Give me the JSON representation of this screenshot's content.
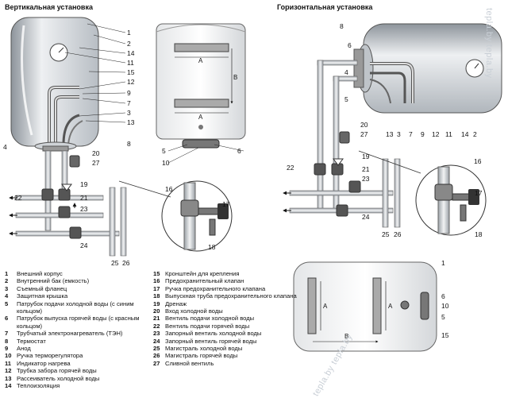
{
  "titles": {
    "vertical": "Вертикальная установка",
    "horizontal": "Горизонтальная установка"
  },
  "dims": {
    "a": "A",
    "b": "B"
  },
  "watermark": "tepla.by tepla.by",
  "labels": {
    "v_main": [
      "1",
      "2",
      "14",
      "11",
      "15",
      "12",
      "9",
      "7",
      "3",
      "13",
      "8",
      "4",
      "20",
      "27"
    ],
    "v_pipes": [
      "22",
      "19",
      "21",
      "23",
      "24",
      "25",
      "26",
      "16",
      "17",
      "18"
    ],
    "v_back": [
      "5",
      "6",
      "10"
    ],
    "h_main": [
      "8",
      "6",
      "4",
      "5",
      "13",
      "3",
      "7",
      "9",
      "12",
      "11",
      "14",
      "2",
      "20",
      "27",
      "16",
      "19",
      "21",
      "22",
      "23",
      "24",
      "25",
      "26",
      "17",
      "18"
    ],
    "h_back": [
      "1",
      "6",
      "10",
      "5",
      "15"
    ]
  },
  "legend_left": [
    {
      "n": "1",
      "t": "Внешний корпус"
    },
    {
      "n": "2",
      "t": "Внутренний бак (емкость)"
    },
    {
      "n": "3",
      "t": "Съемный фланец"
    },
    {
      "n": "4",
      "t": "Защитная крышка"
    },
    {
      "n": "5",
      "t": "Патрубок подачи холодной воды (с синим кольцом)"
    },
    {
      "n": "6",
      "t": "Патрубок выпуска горячей воды (с красным кольцом)"
    },
    {
      "n": "7",
      "t": "Трубчатый электронагреватель (ТЭН)"
    },
    {
      "n": "8",
      "t": "Термостат"
    },
    {
      "n": "9",
      "t": "Анод"
    },
    {
      "n": "10",
      "t": "Ручка терморегулятора"
    },
    {
      "n": "11",
      "t": "Индикатор нагрева"
    },
    {
      "n": "12",
      "t": "Трубка забора горячей воды"
    },
    {
      "n": "13",
      "t": "Рассеиватель холодной воды"
    },
    {
      "n": "14",
      "t": "Теплоизоляция"
    }
  ],
  "legend_right": [
    {
      "n": "15",
      "t": "Кронштейн для крепления"
    },
    {
      "n": "16",
      "t": "Предохранительный клапан"
    },
    {
      "n": "17",
      "t": "Ручка предохранительного клапана"
    },
    {
      "n": "18",
      "t": "Выпускная труба предохранительного клапана"
    },
    {
      "n": "19",
      "t": "Дренаж"
    },
    {
      "n": "20",
      "t": "Вход холодной воды"
    },
    {
      "n": "21",
      "t": "Вентиль подачи холодной воды"
    },
    {
      "n": "22",
      "t": "Вентиль подачи горячей воды"
    },
    {
      "n": "23",
      "t": "Запорный вентиль холодной воды"
    },
    {
      "n": "24",
      "t": "Запорный вентиль горячей воды"
    },
    {
      "n": "25",
      "t": "Магистраль холодной воды"
    },
    {
      "n": "26",
      "t": "Магистраль горячей воды"
    },
    {
      "n": "27",
      "t": "Сливной вентиль"
    }
  ]
}
